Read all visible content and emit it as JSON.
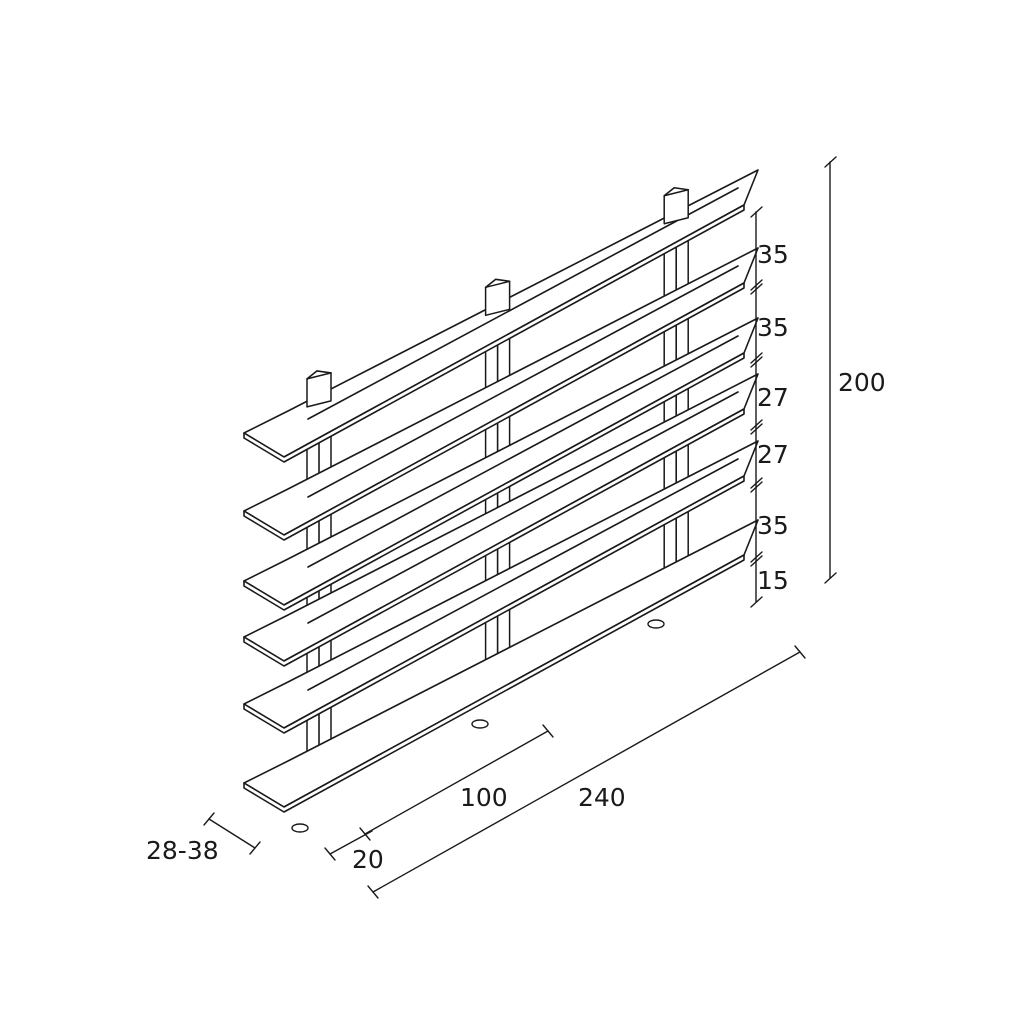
{
  "diagram": {
    "subject": "shelving-unit-dimension-drawing",
    "shelf_spacings": [
      "35",
      "35",
      "27",
      "27",
      "35",
      "15"
    ],
    "overall_height": "200",
    "overall_width": "240",
    "module_width": "100",
    "plinth_offset": "20",
    "depth": "28-38",
    "line_color": "#1a1a1a",
    "background": "#ffffff"
  }
}
